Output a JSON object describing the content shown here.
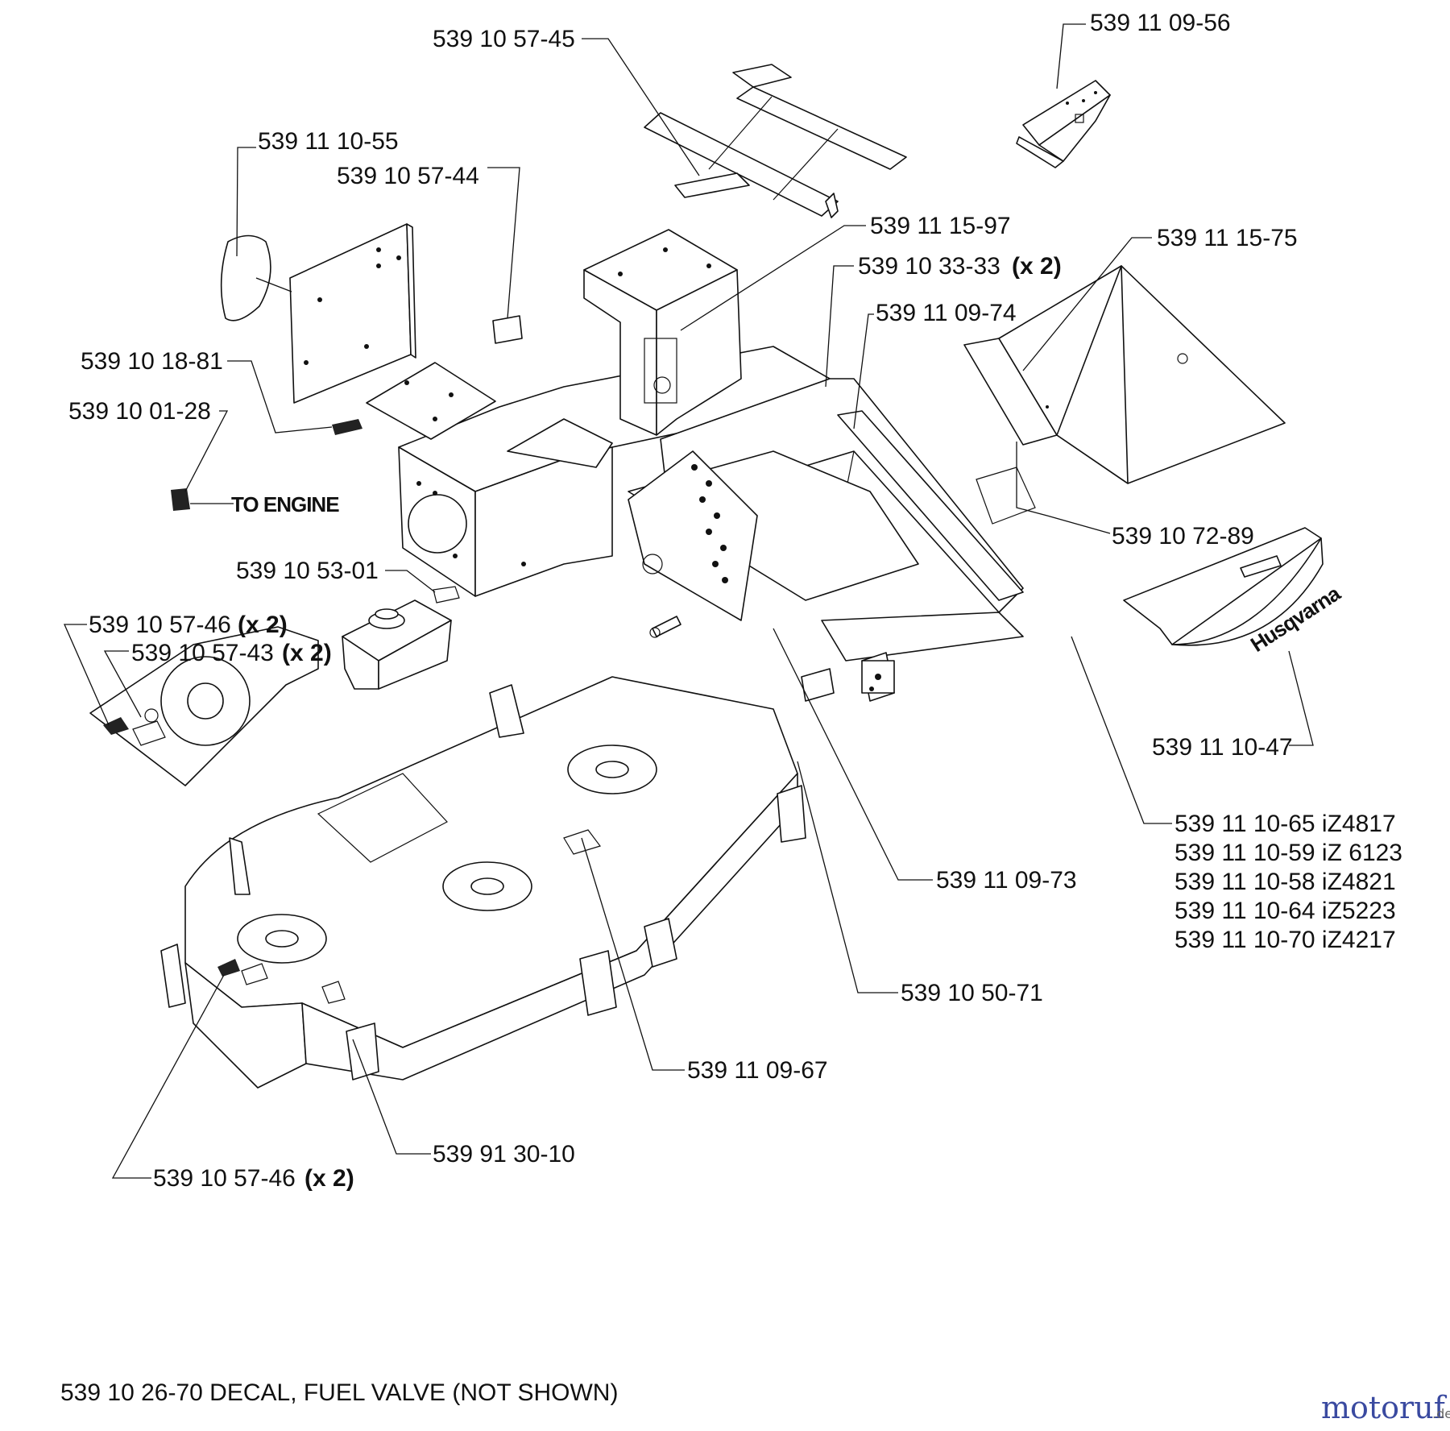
{
  "labels": {
    "l_57_45": "539 10 57-45",
    "l_09_56": "539 11 09-56",
    "l_10_55": "539 11 10-55",
    "l_57_44": "539 10 57-44",
    "l_15_97": "539 11 15-97",
    "l_33_33": "539 10 33-33",
    "l_33_33_qty": "(x 2)",
    "l_15_75": "539 11 15-75",
    "l_09_74": "539 11 09-74",
    "l_18_81": "539 10 18-81",
    "l_01_28": "539 10 01-28",
    "to_engine": "TO ENGINE",
    "l_72_89": "539 10 72-89",
    "l_53_01": "539 10 53-01",
    "l_57_46_top": "539 10 57-46",
    "l_57_46_top_qty": "(x 2)",
    "l_57_43": "539 10 57-43",
    "l_57_43_qty": "(x 2)",
    "l_10_47": "539 11 10-47",
    "husqvarna_logo": "Husqvarna",
    "l_10_65": "539 11 10-65 iZ4817",
    "l_10_59": "539 11 10-59 iZ 6123",
    "l_10_58": "539 11 10-58 iZ4821",
    "l_10_64": "539 11 10-64 iZ5223",
    "l_10_70": "539 11 10-70 iZ4217",
    "l_09_73": "539 11 09-73",
    "l_50_71": "539 10 50-71",
    "l_09_67": "539 11 09-67",
    "l_30_10": "539 91 30-10",
    "l_57_46_bot": "539 10 57-46",
    "l_57_46_bot_qty": "(x 2)"
  },
  "footer_note": "539 10 26-70 DECAL, FUEL VALVE (NOT SHOWN)",
  "watermark": {
    "brand": "motoruf",
    "suffix": ".de"
  },
  "colors": {
    "line": "#111111",
    "background": "#ffffff",
    "watermark_brand": "#3a4aa0",
    "watermark_accent": "#e08a1e"
  }
}
